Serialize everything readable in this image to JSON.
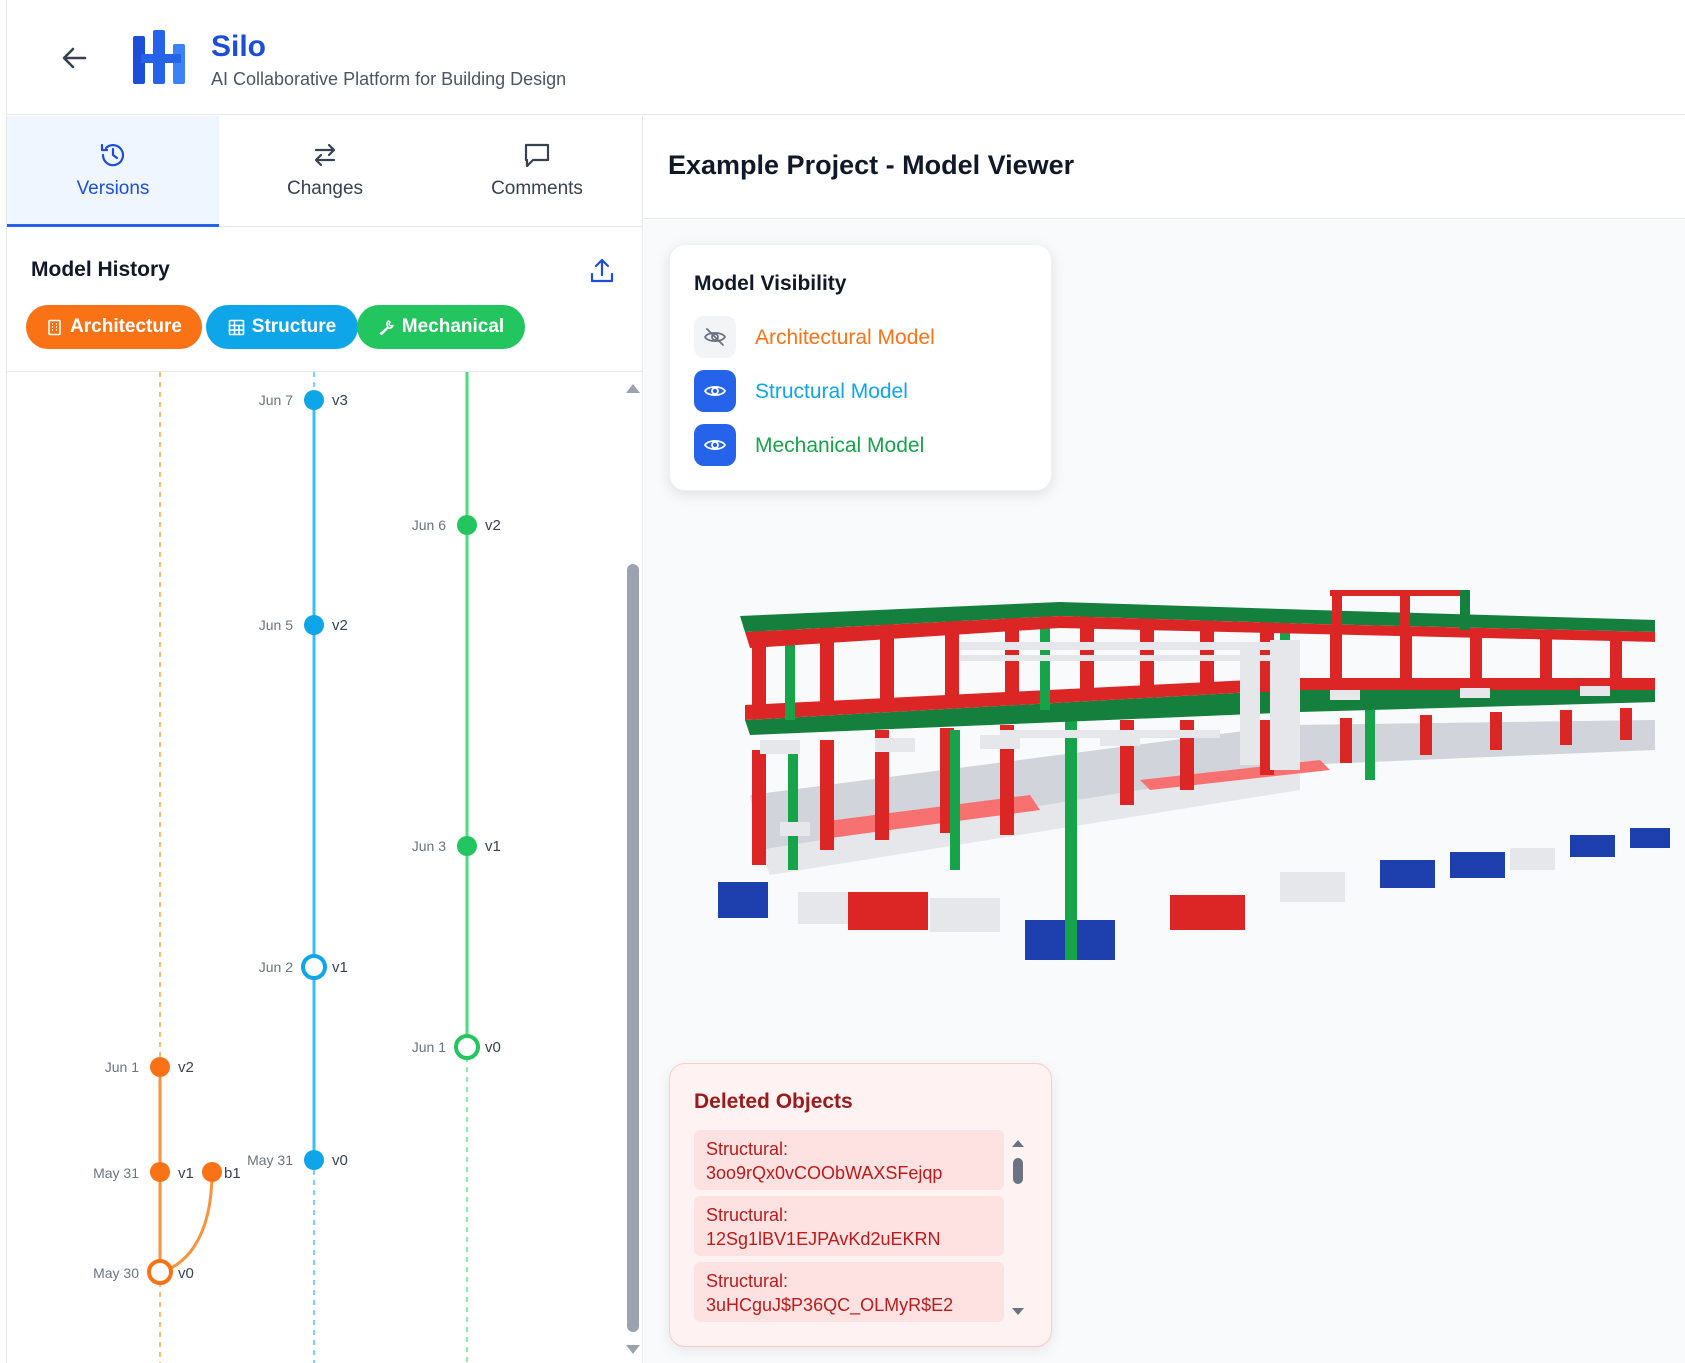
{
  "header": {
    "title": "Silo",
    "subtitle": "AI Collaborative Platform for Building Design"
  },
  "tabs": [
    {
      "label": "Versions",
      "icon": "history-icon",
      "active": true
    },
    {
      "label": "Changes",
      "icon": "swap-arrows-icon",
      "active": false
    },
    {
      "label": "Comments",
      "icon": "message-square-icon",
      "active": false
    }
  ],
  "history": {
    "title": "Model History",
    "filters": {
      "architecture": "Architecture",
      "structure": "Structure",
      "mechanical": "Mechanical"
    },
    "branches": {
      "architecture": [
        {
          "version": "v2",
          "date": "Jun 1"
        },
        {
          "version": "v1",
          "date": "May 31"
        },
        {
          "version": "b1",
          "date": ""
        },
        {
          "version": "v0",
          "date": "May 30"
        }
      ],
      "structure": [
        {
          "version": "v3",
          "date": "Jun 7"
        },
        {
          "version": "v2",
          "date": "Jun 5"
        },
        {
          "version": "v1",
          "date": "Jun 2"
        },
        {
          "version": "v0",
          "date": "May 31"
        }
      ],
      "mechanical": [
        {
          "version": "v2",
          "date": "Jun 6"
        },
        {
          "version": "v1",
          "date": "Jun 3"
        },
        {
          "version": "v0",
          "date": "Jun 1"
        }
      ]
    }
  },
  "viewer": {
    "title": "Example Project - Model Viewer"
  },
  "visibility": {
    "title": "Model Visibility",
    "models": [
      {
        "label": "Architectural Model",
        "visible": false,
        "color": "#f97316"
      },
      {
        "label": "Structural Model",
        "visible": true,
        "color": "#0ea5e9"
      },
      {
        "label": "Mechanical Model",
        "visible": true,
        "color": "#16a34a"
      }
    ]
  },
  "deleted": {
    "title": "Deleted Objects",
    "items": [
      {
        "label": "Structural:",
        "id": "3oo9rQx0vCOObWAXSFejqp"
      },
      {
        "label": "Structural:",
        "id": "12Sg1lBV1EJPAvKd2uEKRN"
      },
      {
        "label": "Structural:",
        "id": "3uHCguJ$P36QC_OLMyR$E2"
      }
    ]
  },
  "colors": {
    "architecture": "#f97316",
    "structure": "#0ea5e9",
    "mechanical": "#22c55e",
    "accent": "#2563eb"
  }
}
